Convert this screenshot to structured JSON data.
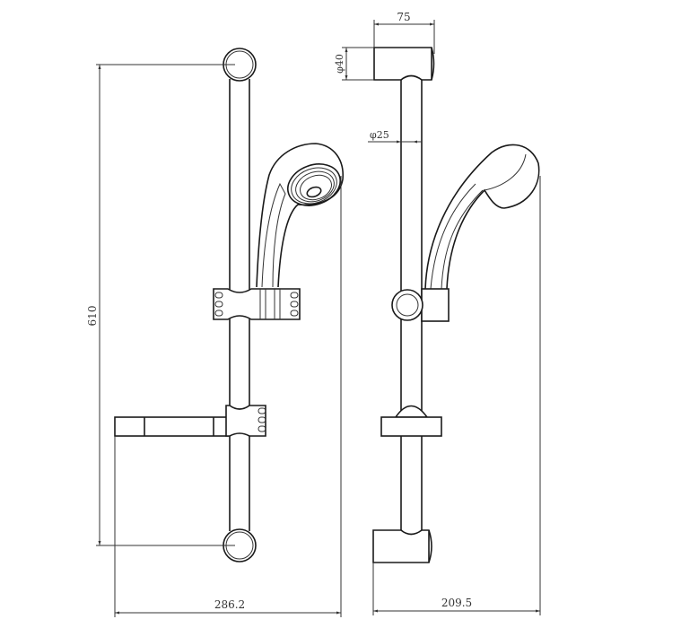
{
  "dimensions": {
    "height": "610",
    "front_width": "286.2",
    "side_width": "209.5",
    "bracket_length": "75",
    "bracket_diameter": "φ40",
    "rail_diameter": "φ25"
  },
  "colors": {
    "line": "#1a1a1a",
    "background": "#ffffff"
  }
}
